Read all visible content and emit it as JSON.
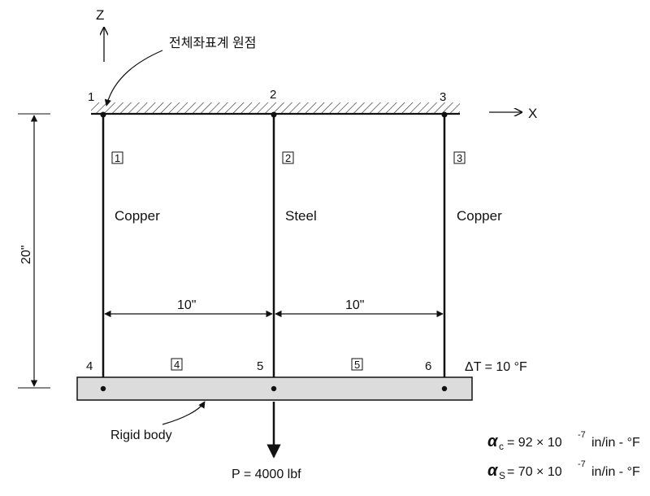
{
  "axes": {
    "z_label": "Z",
    "x_label": "X"
  },
  "origin_label": "전체좌표계 원점",
  "nodes": [
    "1",
    "2",
    "3",
    "4",
    "5",
    "6"
  ],
  "elements": [
    "1",
    "2",
    "3",
    "4",
    "5"
  ],
  "materials": {
    "bar1": "Copper",
    "bar2": "Steel",
    "bar3": "Copper"
  },
  "dimensions": {
    "height": "20\"",
    "span1": "10\"",
    "span2": "10\""
  },
  "delta_t": "ΔT = 10 °F",
  "rigid_body_label": "Rigid body",
  "load_label": "P = 4000 lbf",
  "coefficients": {
    "c": {
      "symbol": "α",
      "sub": "c",
      "mantissa": "= 92 × 10",
      "exp": "-7",
      "unit": "in/in - °F"
    },
    "s": {
      "symbol": "α",
      "sub": "S",
      "mantissa": "= 70 × 10",
      "exp": "-7",
      "unit": "in/in - °F"
    }
  }
}
